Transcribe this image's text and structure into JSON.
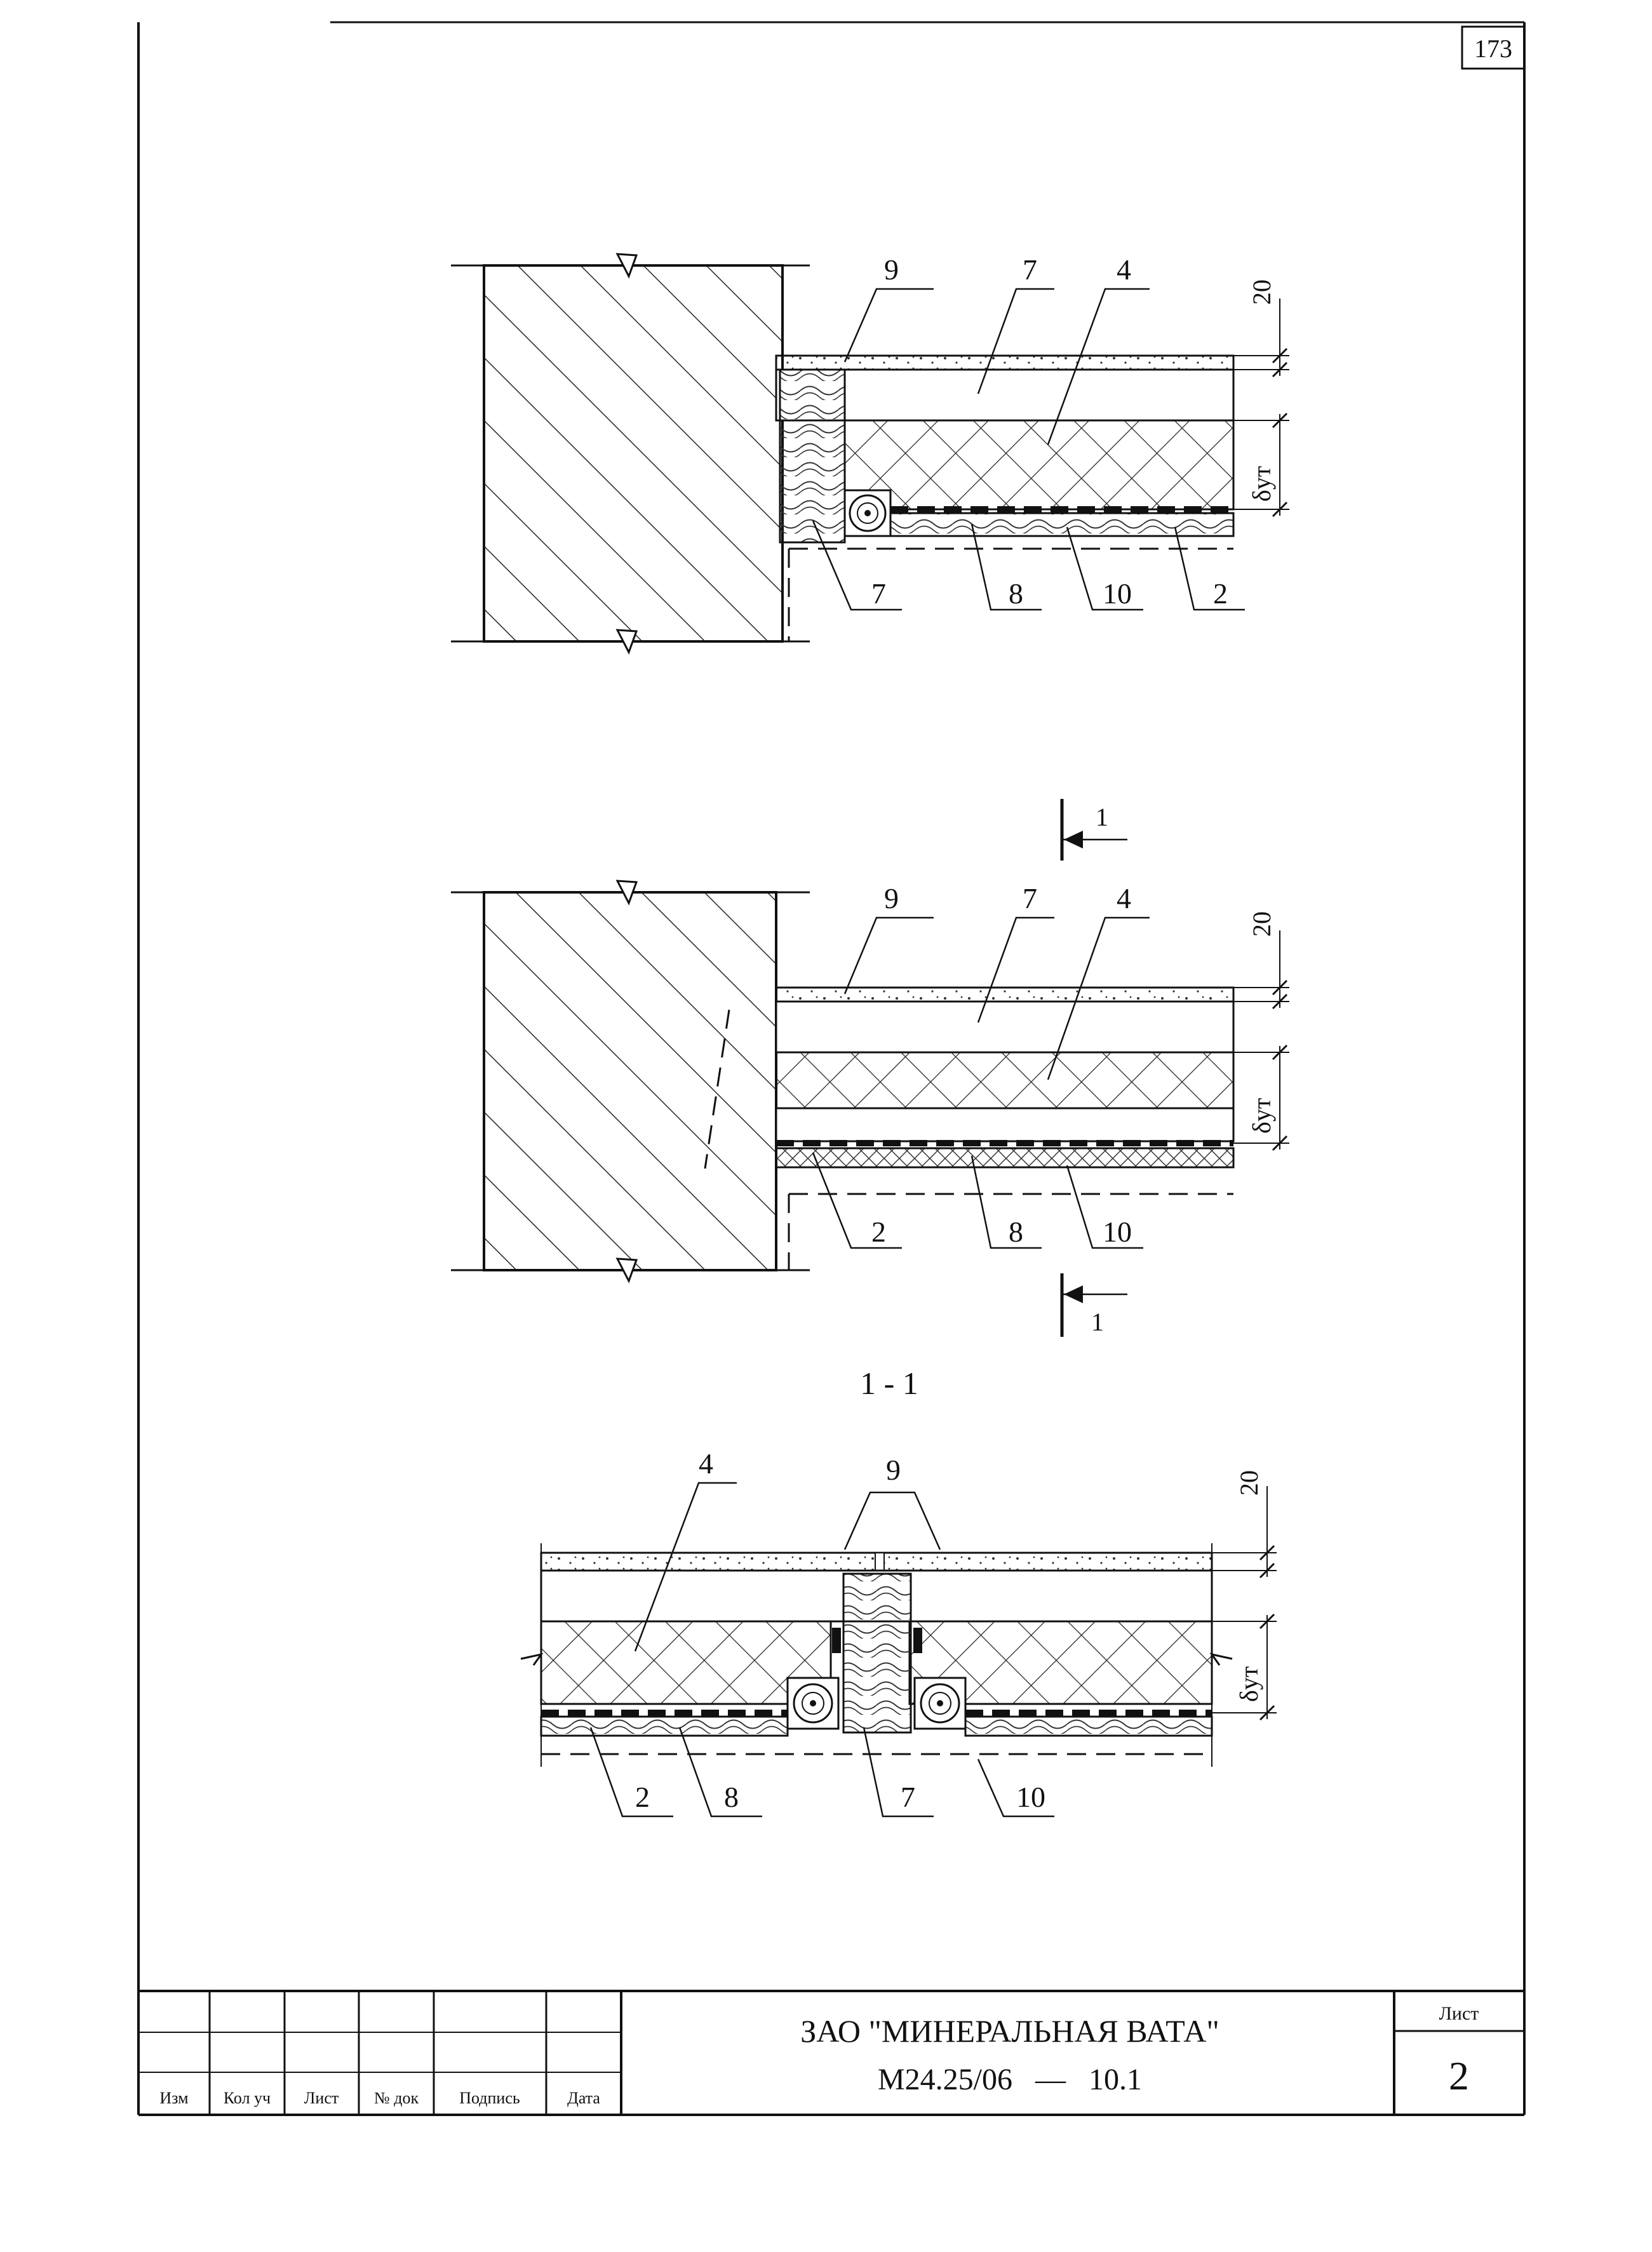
{
  "page_number": "173",
  "details": {
    "top": {
      "labels_top": [
        "9",
        "7",
        "4"
      ],
      "labels_bottom": [
        "7",
        "8",
        "10",
        "2"
      ],
      "dim_top": "20",
      "dim_insulation": "δут"
    },
    "middle": {
      "labels_top": [
        "9",
        "7",
        "4"
      ],
      "labels_bottom": [
        "2",
        "8",
        "10"
      ],
      "dim_top": "20",
      "dim_insulation": "δут",
      "cut_mark_top": "1",
      "cut_mark_bottom": "1"
    },
    "section": {
      "title": "1 - 1",
      "labels_top": [
        "4",
        "9"
      ],
      "labels_bottom": [
        "2",
        "8",
        "7",
        "10"
      ],
      "dim_top": "20",
      "dim_insulation": "δут"
    }
  },
  "title_block": {
    "columns": [
      "Изм",
      "Кол уч",
      "Лист",
      "№ док",
      "Подпись",
      "Дата"
    ],
    "organization": "ЗАО \"МИНЕРАЛЬНАЯ ВАТА\"",
    "document_code": "М24.25/06   —   10.1",
    "sheet_label": "Лист",
    "sheet_number": "2"
  }
}
